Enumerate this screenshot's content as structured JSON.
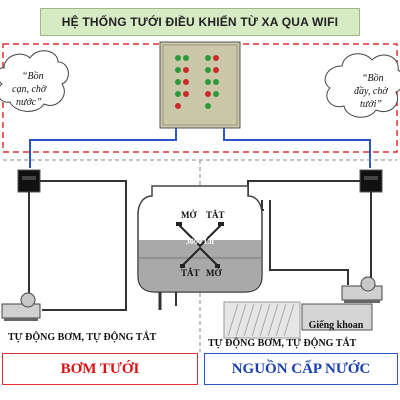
{
  "title": "HỆ THỐNG TƯỚI ĐIỀU KHIỂN TỪ XA QUA WIFI",
  "left_cloud": {
    "line1": "“Bồn",
    "line2": "cạn, chờ",
    "line3": "nước”"
  },
  "right_cloud": {
    "line1": "“Bồn",
    "line2": "đầy, chờ",
    "line3": "tưới”"
  },
  "tank": {
    "capacity": "3000 Lít",
    "top_open": "MỞ",
    "top_close": "TẮT",
    "bottom_close": "TẮT",
    "bottom_open": "MỞ"
  },
  "well_label": "Giếng khoan",
  "left_caption": "TỰ ĐỘNG BƠM, TỰ ĐỘNG TẮT",
  "right_caption": "TỰ ĐỘNG BƠM, TỰ ĐỘNG TẮT",
  "bottom_left": "BƠM TƯỚI",
  "bottom_right": "NGUỒN CẤP NƯỚC",
  "colors": {
    "title_bg": "#d6ebc4",
    "red_line": "#d33333",
    "blue_line": "#2a56c6",
    "water": "#9a9a9a",
    "panel": "#c9c7a8"
  }
}
